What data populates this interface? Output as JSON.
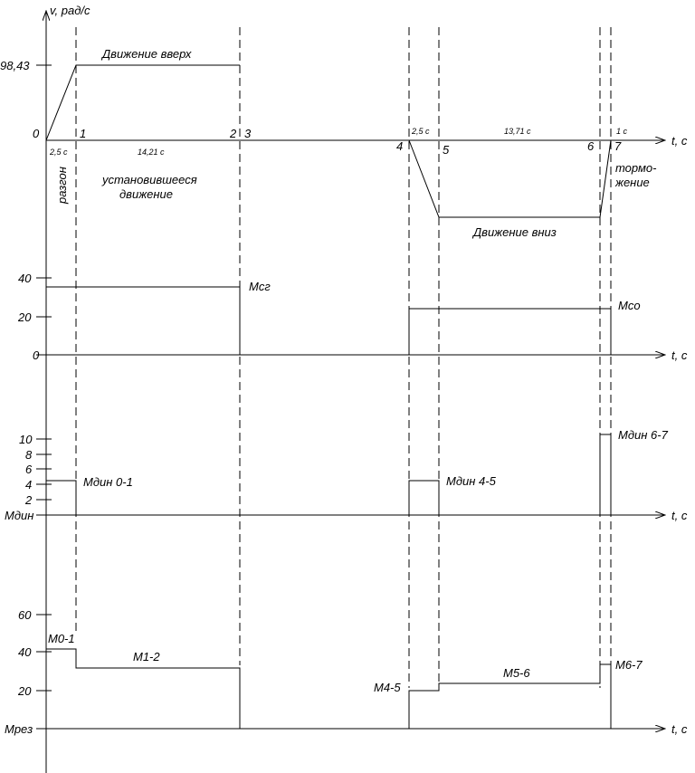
{
  "speed": {
    "axis_label": "v, рад/с",
    "value_label": "98,43",
    "zero_label": "0",
    "up_label": "Движение вверх",
    "down_label": "Движение вниз",
    "accel_label": "разгон",
    "steady_label": "установившееся движение",
    "steady_label_line1": "установившееся",
    "steady_label_line2": "движение",
    "brake_label_line1": "тормо-",
    "brake_label_line2": "жение",
    "dur_1": "2,5 с",
    "dur_2": "14,21 с",
    "dur_3": "2,5 с",
    "dur_4": "13,71 с",
    "dur_5": "1 с",
    "points": [
      "0",
      "1",
      "2",
      "3",
      "4",
      "5",
      "6",
      "7"
    ]
  },
  "static_torque": {
    "ticks": [
      "40",
      "20",
      "0"
    ],
    "up_label": "Мсг",
    "down_label": "Мсо"
  },
  "dynamic_torque": {
    "ticks": [
      "10",
      "8",
      "6",
      "4",
      "2"
    ],
    "axis_label": "Мдин",
    "label_01": "Мдин 0-1",
    "label_45": "Мдин 4-5",
    "label_67": "Мдин 6-7"
  },
  "result_torque": {
    "ticks": [
      "60",
      "40",
      "20"
    ],
    "axis_label": "Мрез",
    "label_01": "М0-1",
    "label_12": "М1-2",
    "label_45": "М4-5",
    "label_56": "М5-6",
    "label_67": "М6-7"
  },
  "time_axis_label": "t, с"
}
